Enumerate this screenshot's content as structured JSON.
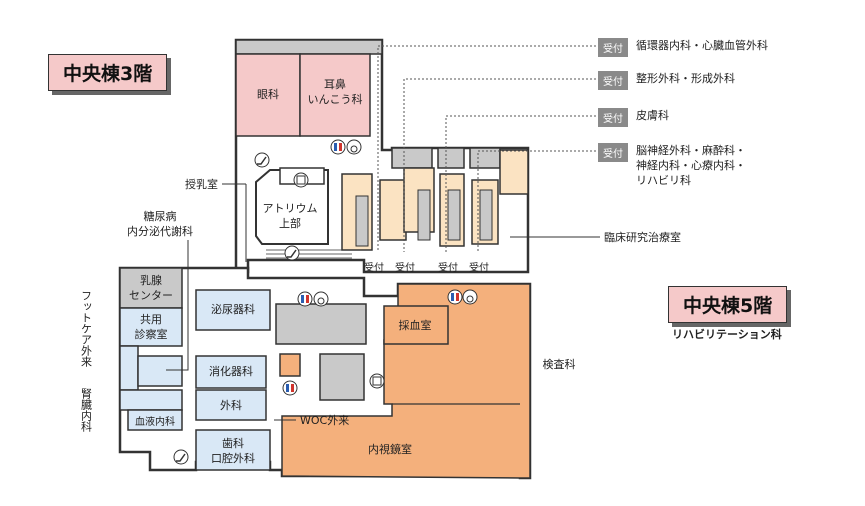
{
  "floors": {
    "upper": "中央棟3階",
    "lower": "中央棟5階",
    "lower_sub": "リハビリテーション科"
  },
  "legend": [
    {
      "badge": "受付",
      "text": "循環器内科・心臓血管外科"
    },
    {
      "badge": "受付",
      "text": "整形外科・形成外科"
    },
    {
      "badge": "受付",
      "text": "皮膚科"
    },
    {
      "badge": "受付",
      "lines": [
        "脳神経外科・麻酔科・",
        "神経内科・心療内科・",
        "リハビリ科"
      ]
    }
  ],
  "rooms": {
    "ophthalmology": "眼科",
    "ent": [
      "耳鼻",
      "いんこう科"
    ],
    "atrium": [
      "アトリウム",
      "上部"
    ],
    "nursing_room": "授乳室",
    "diabetes": [
      "糖尿病",
      "内分泌代謝科"
    ],
    "breast": [
      "乳腺",
      "センター"
    ],
    "shared": [
      "共用",
      "診察室"
    ],
    "foot_care": "フットケア外来",
    "kidney": "腎臓内科",
    "hematology": "血液内科",
    "urology": "泌尿器科",
    "gastro": "消化器科",
    "surgery": "外科",
    "woc": "WOC外来",
    "dental": [
      "歯科",
      "口腔外科"
    ],
    "endoscopy": "内視鏡室",
    "blood": "採血室",
    "lab": "検査科",
    "clinical": "臨床研究治療室",
    "reception": [
      "受付",
      "受付",
      "受付",
      "受付"
    ]
  },
  "colors": {
    "pink": "#f5c9c9",
    "blue": "#d9e8f6",
    "orange": "#f4b07c",
    "cream": "#fbe3c2",
    "gray": "#c9c9c9"
  },
  "icons": [
    "restroom-icon",
    "wheelchair-icon",
    "elevator-icon",
    "escalator-icon"
  ]
}
